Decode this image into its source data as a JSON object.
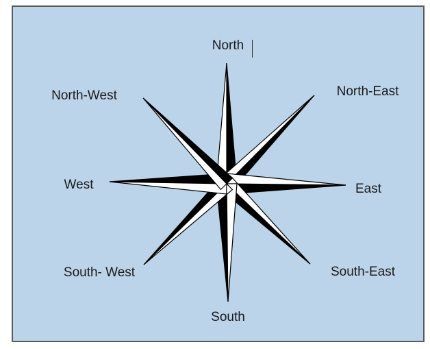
{
  "directions": {
    "north": "North",
    "north_east": "North-East",
    "east": "East",
    "south_east": "South-East",
    "south": "South",
    "south_west": "South- West",
    "west": "West",
    "north_west": "North-West"
  },
  "colors": {
    "background": "#bcd4ea",
    "border": "#5a5a5a",
    "dark": "#000000",
    "light": "#ffffff"
  },
  "icon": "compass-rose-icon"
}
